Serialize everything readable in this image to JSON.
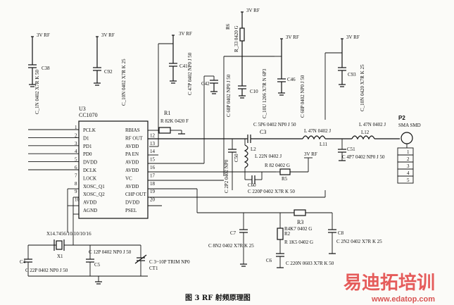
{
  "ic": {
    "ref": "U3",
    "part": "CC1070",
    "left_pins": [
      "PCLK",
      "D1",
      "PD1",
      "PD0",
      "DVDD",
      "DCLK",
      "LOCK",
      "XOSC_Q1",
      "XOSC_Q2",
      "AVDD",
      "AGND"
    ],
    "left_pin_numbers": [
      "1",
      "2",
      "3",
      "4",
      "5",
      "6",
      "7",
      "8",
      "9",
      "10"
    ],
    "right_pins": [
      "RBIAS",
      "RF OUT",
      "AVDD",
      "PA EN",
      "AVDD",
      "AVDD",
      "VC",
      "AVDD",
      "CHP OUT",
      "DVDD",
      "PSEL"
    ],
    "right_pin_numbers": [
      "12",
      "13",
      "14",
      "15",
      "16",
      "17",
      "18",
      "19",
      "20"
    ]
  },
  "power_label": "3V RF",
  "caps_top": [
    {
      "ref": "C38",
      "value": "C_1N 0402 X7R K 50"
    },
    {
      "ref": "C92",
      "value": "C_10N 0402 X7R K 25"
    },
    {
      "ref": "C41",
      "value": "C 47P 0402 NP0 J 50"
    },
    {
      "ref": "C42",
      "value": "C 68P 0402 NP0 J 50"
    },
    {
      "ref": "C10",
      "value": "C_10U 1206 X7R N 6P3"
    },
    {
      "ref": "C46",
      "value": "C 68P 0402 NP0 J 50"
    },
    {
      "ref": "C93",
      "value": "C_10N 0420 X7R K 25"
    }
  ],
  "r6": {
    "ref": "R6",
    "value": "R_33 0420 G"
  },
  "r1": {
    "ref": "R1",
    "value": "R 82K 0420 F"
  },
  "rf_chain": {
    "c3": {
      "ref": "C3",
      "value": "C 5P6 0402 NP0 J 50"
    },
    "l11": {
      "ref": "L11",
      "value": "L 47N 0402 J"
    },
    "l12": {
      "ref": "L12",
      "value": "L 47N 0402 J"
    },
    "c50": {
      "ref": "C50",
      "value": "C 2P2 0402 NP0"
    },
    "l2": {
      "ref": "L2",
      "value": "L 22N 0402 J"
    },
    "c51": {
      "ref": "C51",
      "value": "C 4P7 0402 NP0 J 50"
    },
    "r5": {
      "ref": "R5",
      "value": "R 82 0402 G"
    },
    "c60": {
      "ref": "C60",
      "value": "C 220P 0402 X7R K 50"
    }
  },
  "connector": {
    "ref": "P2",
    "name": "SMA SMD",
    "pins": [
      "1",
      "2",
      "3",
      "4",
      "5"
    ]
  },
  "loop_filter": {
    "c7": {
      "ref": "C7",
      "value": "C 8N2 0402 X7R K 25"
    },
    "r3": {
      "ref": "R3",
      "value": "R4K7 0402 G"
    },
    "r2": {
      "ref": "R2",
      "value": "R 1K5 0402 G"
    },
    "c8": {
      "ref": "C8",
      "value": "C 2N2 0402 X7R K 25"
    },
    "c6": {
      "ref": "C6",
      "value": "C 220N 0603 X7R K 50"
    }
  },
  "crystal": {
    "x1": {
      "ref": "X1",
      "value": "X14.7456/10/10/10/16"
    },
    "c4": {
      "ref": "C4",
      "value": "C 22P 0402 NP0 J 50"
    },
    "c5": {
      "ref": "C5",
      "value": "C 12P 0402 NP0 J 50"
    },
    "ct1": {
      "ref": "CT1",
      "value": "C 3~10P TRIM NP0"
    }
  },
  "caption": "图 3   RF 射频原理图",
  "watermark": {
    "brand": "易迪拓培训",
    "url": "www.edatop.com"
  },
  "colors": {
    "ink": "#111111",
    "watermark": "#e03030",
    "paper": "#fbfbf8"
  }
}
